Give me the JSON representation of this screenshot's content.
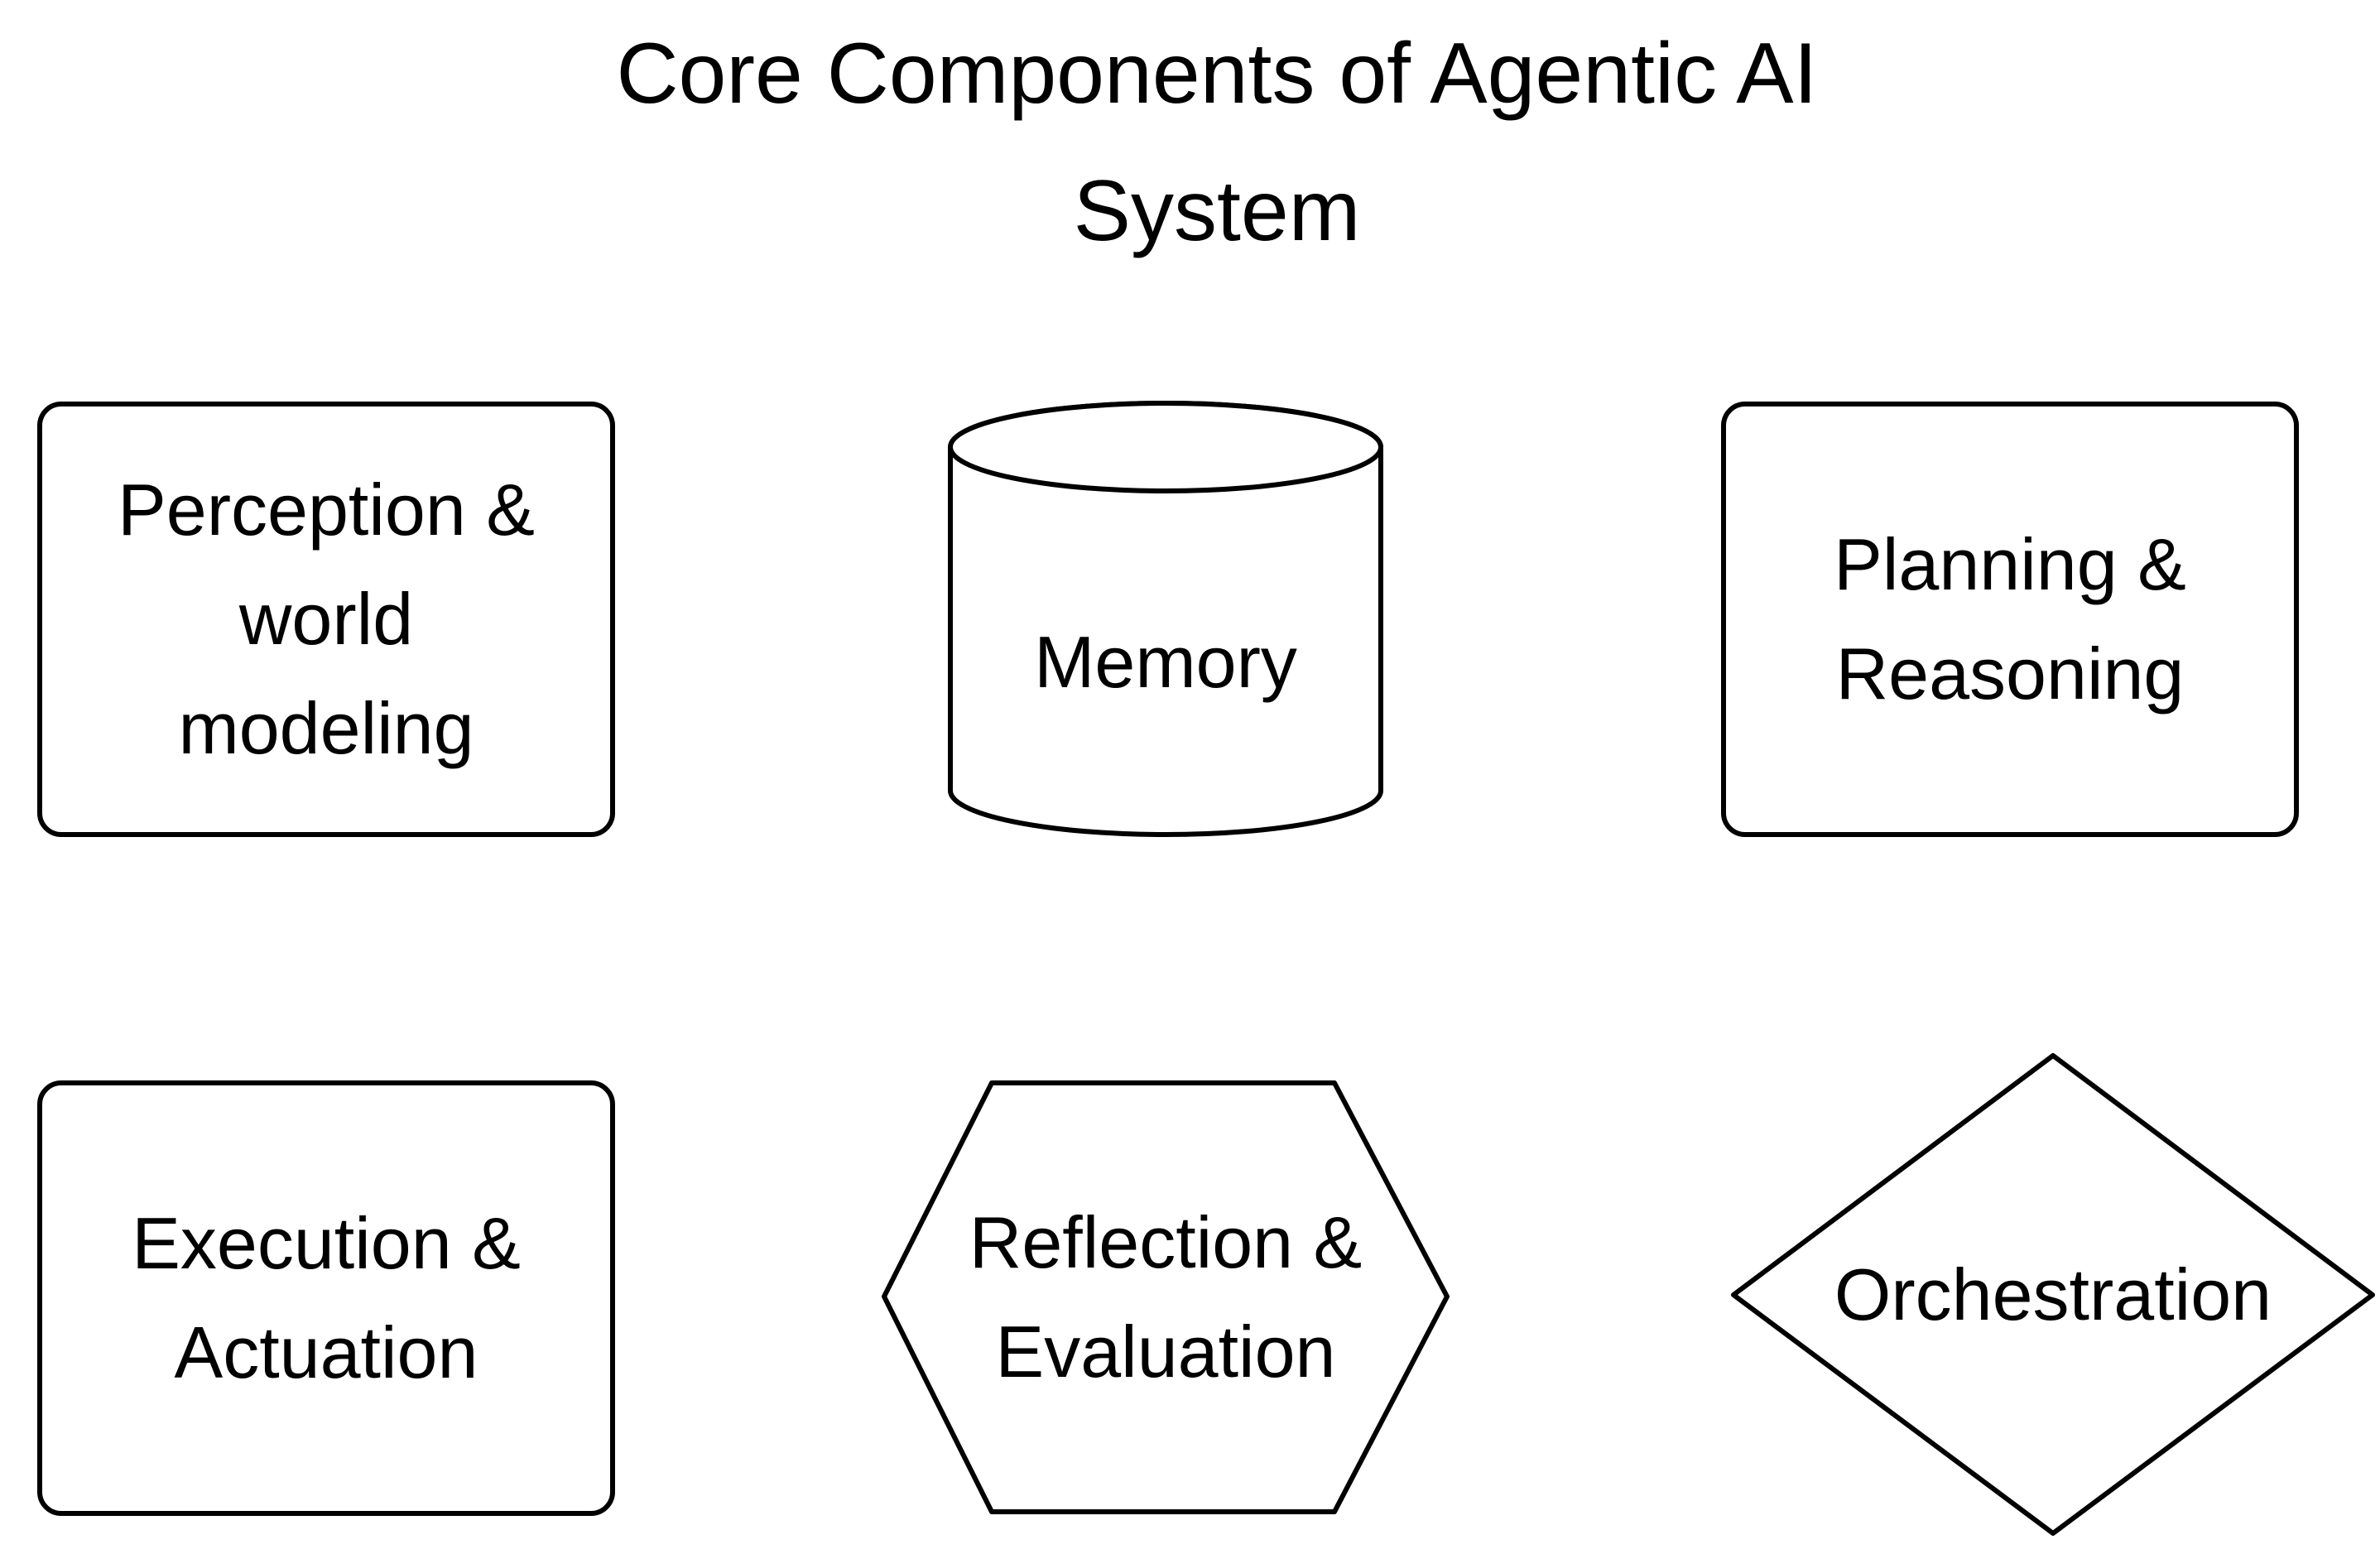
{
  "diagram": {
    "title_lines": [
      "Core Components of Agentic AI",
      "System"
    ],
    "nodes": [
      {
        "id": "perception",
        "shape": "rounded-rectangle",
        "label_lines": [
          "Perception &",
          "world",
          "modeling"
        ]
      },
      {
        "id": "memory",
        "shape": "cylinder",
        "label_lines": [
          "Memory"
        ]
      },
      {
        "id": "planning",
        "shape": "rounded-rectangle",
        "label_lines": [
          "Planning &",
          "Reasoning"
        ]
      },
      {
        "id": "execution",
        "shape": "rounded-rectangle",
        "label_lines": [
          "Execution &",
          "Actuation"
        ]
      },
      {
        "id": "reflection",
        "shape": "hexagon",
        "label_lines": [
          "Reflection &",
          "Evaluation"
        ]
      },
      {
        "id": "orchestration",
        "shape": "diamond",
        "label_lines": [
          "Orchestration"
        ]
      }
    ],
    "colors": {
      "stroke": "#000000",
      "fill": "#ffffff",
      "text": "#000000"
    }
  }
}
